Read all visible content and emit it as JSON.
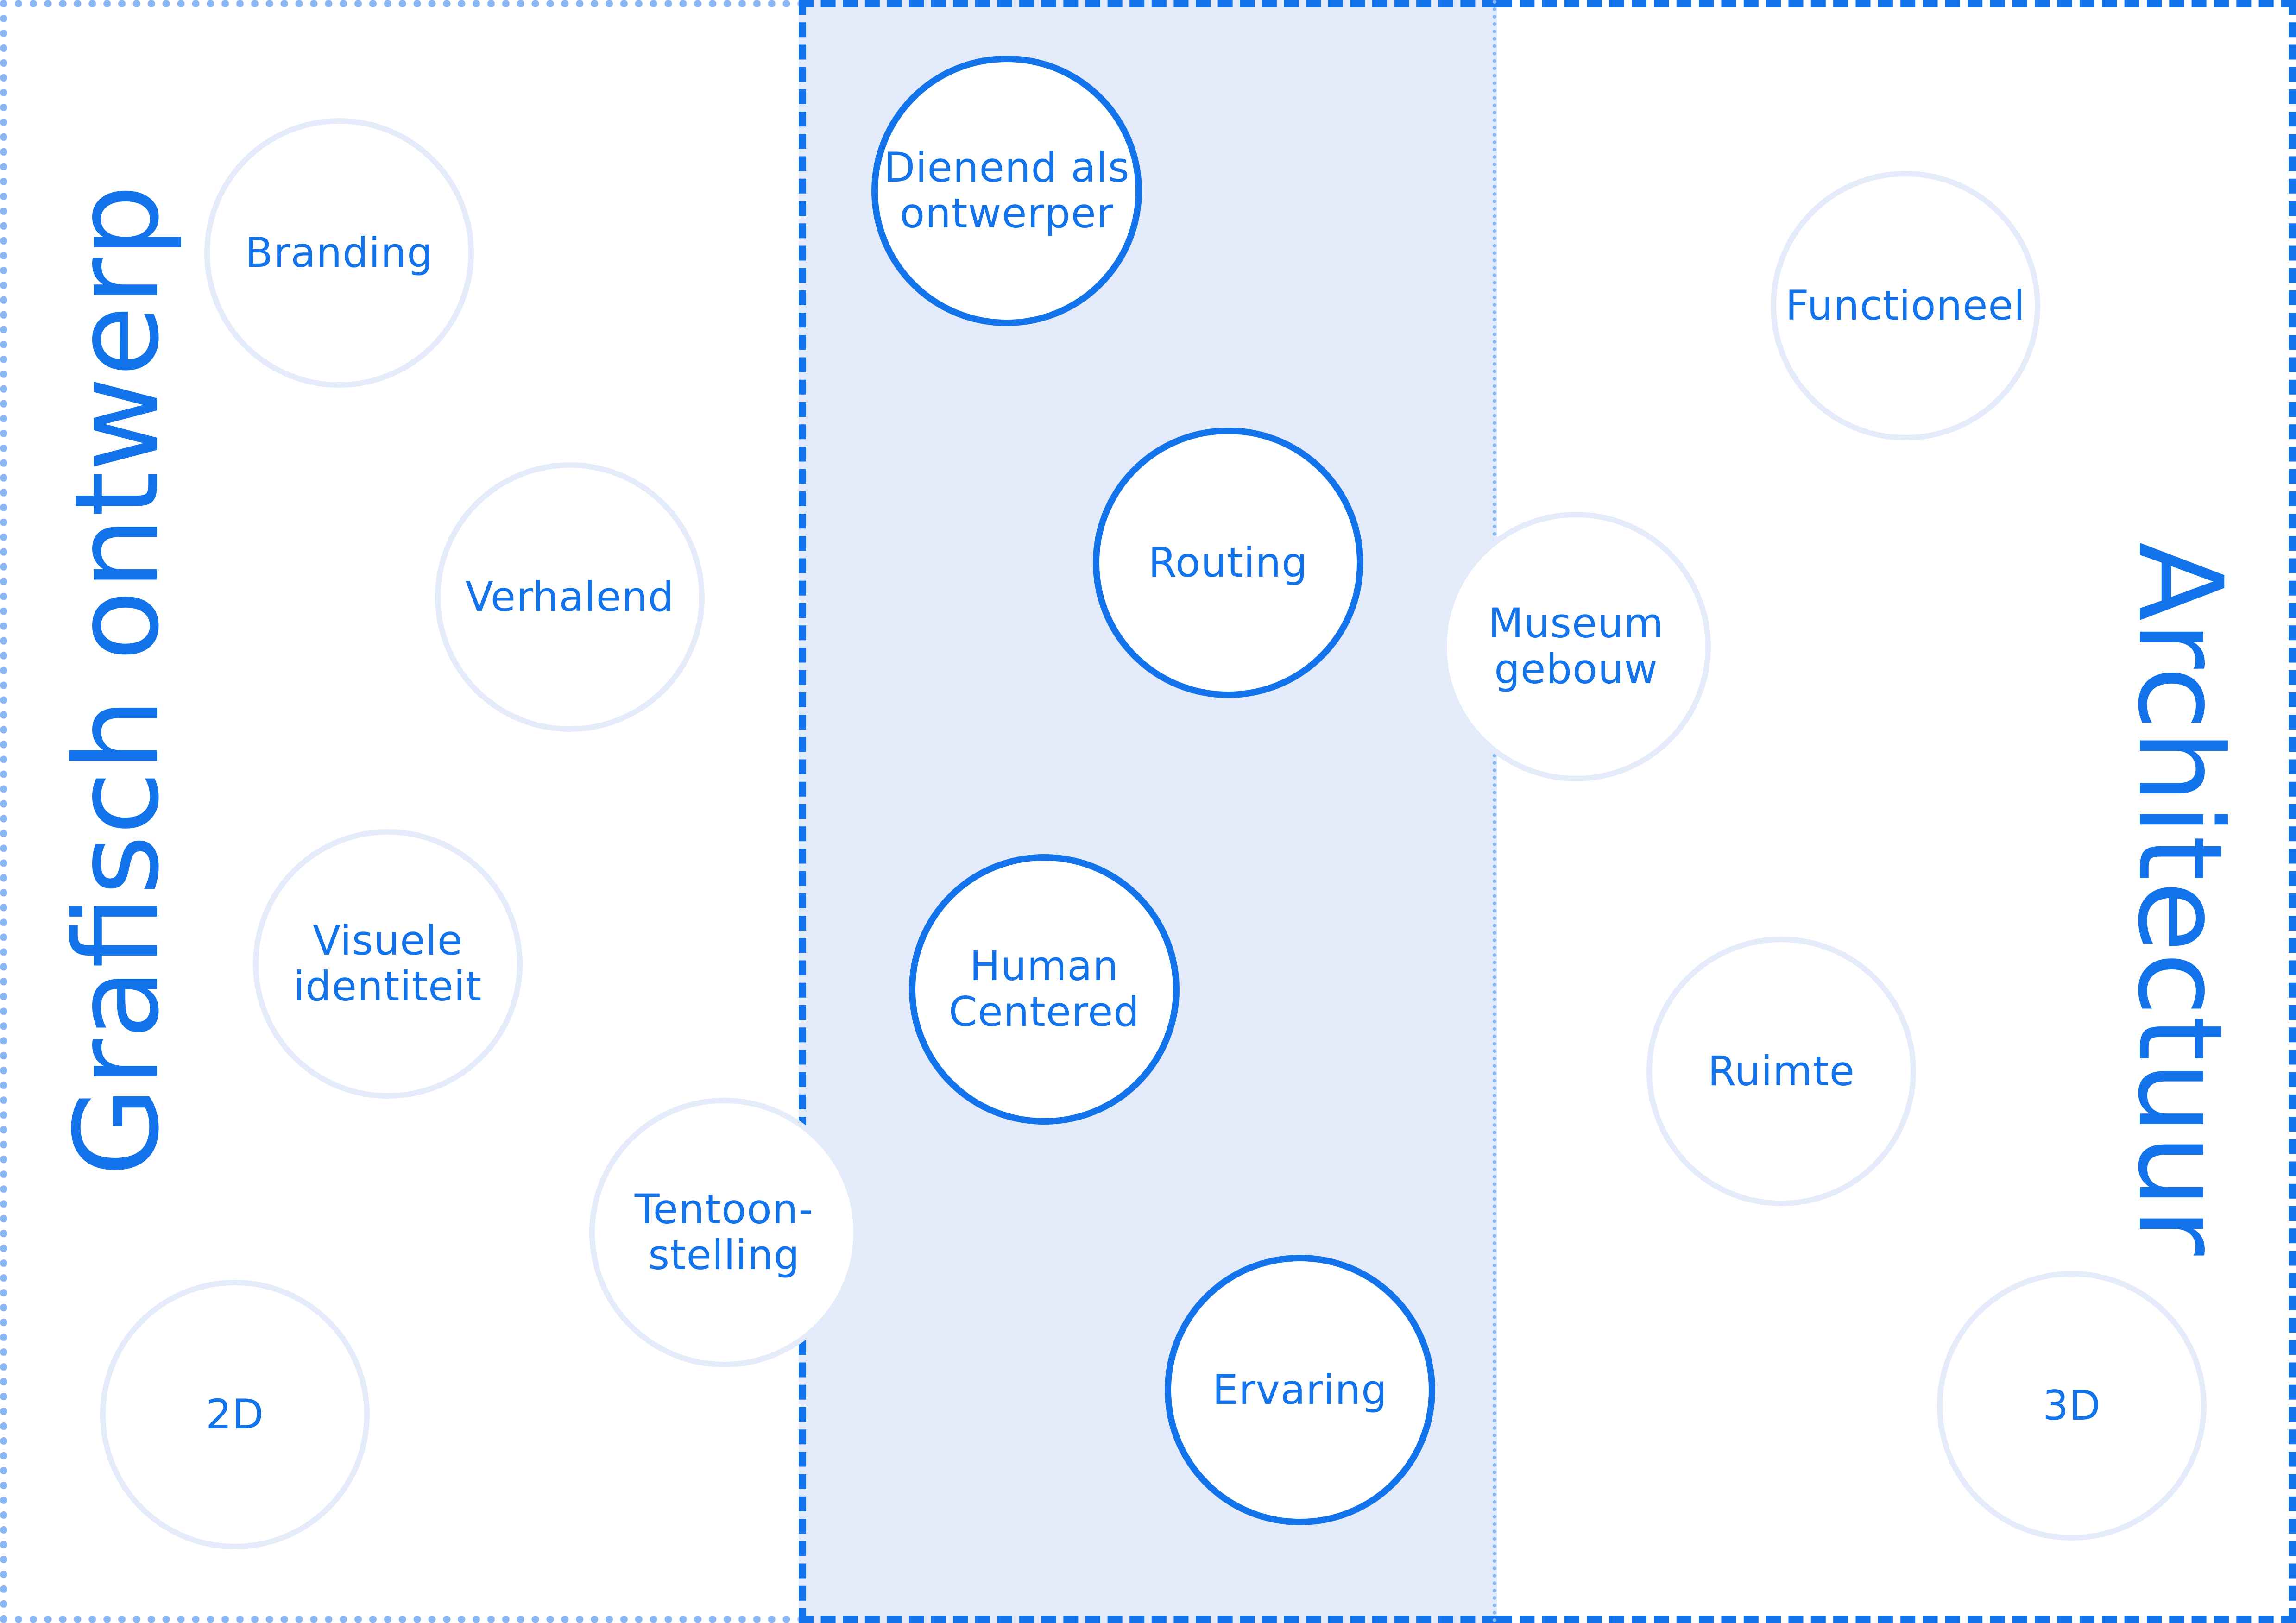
{
  "titles": {
    "left": "Grafisch ontwerp",
    "right": "Architectuur"
  },
  "bubbles_left": [
    {
      "label": "Branding"
    },
    {
      "label": "Verhalend"
    },
    {
      "label": "Visuele\nidentiteit"
    },
    {
      "label": "Tentoon-\nstelling"
    },
    {
      "label": "2D"
    }
  ],
  "bubbles_middle": [
    {
      "label": "Dienend als\nontwerper"
    },
    {
      "label": "Routing"
    },
    {
      "label": "Human\nCentered"
    },
    {
      "label": "Ervaring"
    }
  ],
  "bubbles_right": [
    {
      "label": "Functioneel"
    },
    {
      "label": "Museum\ngebouw"
    },
    {
      "label": "Ruimte"
    },
    {
      "label": "3D"
    }
  ],
  "colors": {
    "accent": "#1273eb",
    "soft_circle": "#e4ebfb",
    "middle_fill": "#e3ebfb"
  }
}
